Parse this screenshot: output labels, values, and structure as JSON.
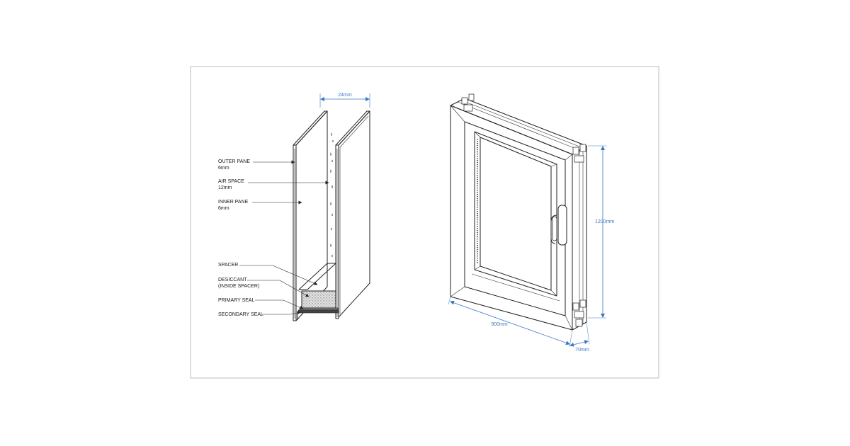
{
  "colors": {
    "dimension": "#3a78c2",
    "line": "#222222",
    "frame_border": "#bdbdbd",
    "desiccant": "#c8c8c8",
    "seal": "#555555"
  },
  "glazing": {
    "spacing_dimension": "24mm",
    "callouts": [
      {
        "line1": "OUTER PANE",
        "line2": "6mm"
      },
      {
        "line1": "AIR SPACE",
        "line2": "12mm"
      },
      {
        "line1": "INNER PANE",
        "line2": "6mm"
      },
      {
        "line1": "SPACER",
        "line2": ""
      },
      {
        "line1": "DESICCANT",
        "line2": "(INSIDE SPACER)"
      },
      {
        "line1": "PRIMARY SEAL",
        "line2": ""
      },
      {
        "line1": "SECONDARY SEAL",
        "line2": ""
      }
    ]
  },
  "window": {
    "height_dimension": "1200mm",
    "width_dimension": "900mm",
    "depth_dimension": "70mm",
    "handle_icon": "window-handle-icon"
  }
}
